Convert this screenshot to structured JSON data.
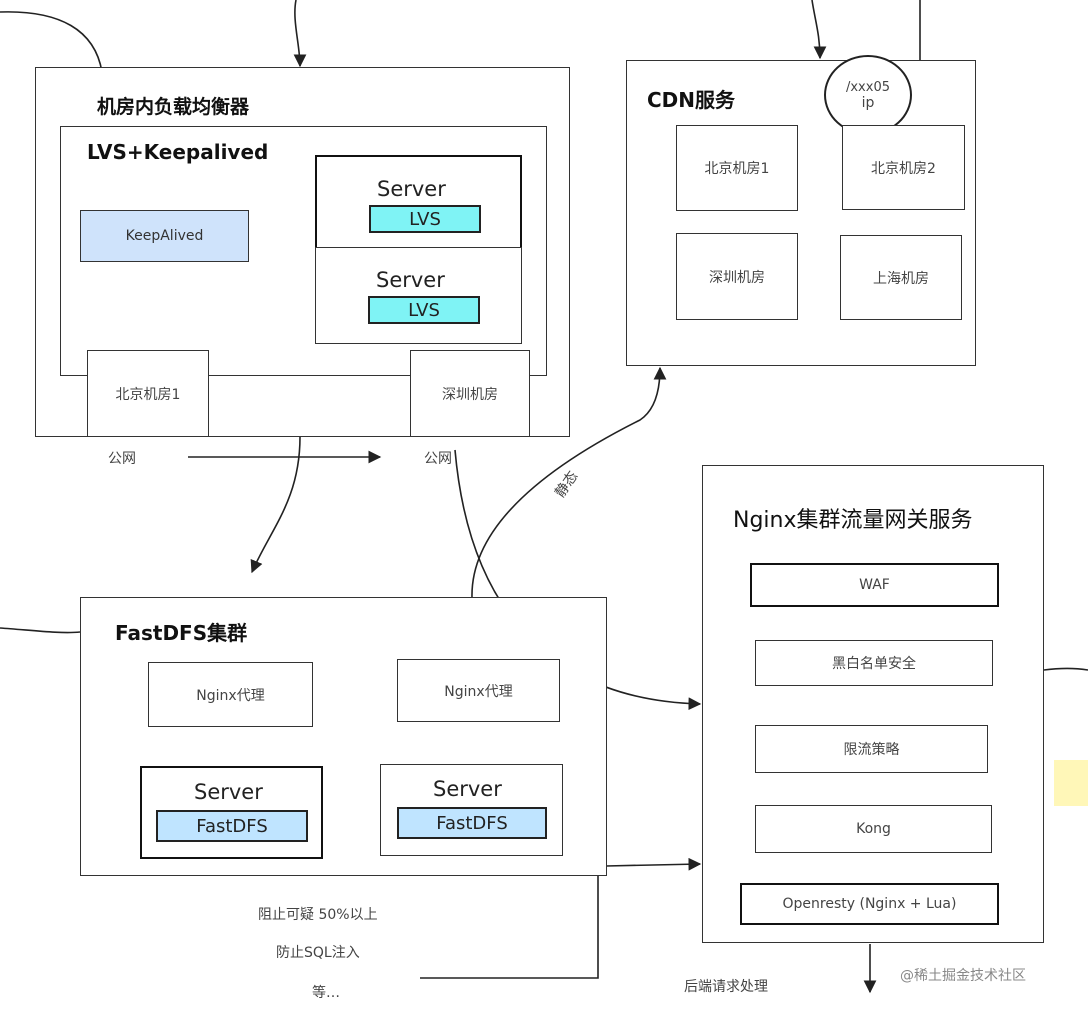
{
  "lb": {
    "title": "机房内负载均衡器",
    "inner_title": "LVS+Keepalived",
    "keepalived": "KeepAlived",
    "server1": {
      "name": "Server",
      "tag": "LVS"
    },
    "server2": {
      "name": "Server",
      "tag": "LVS"
    },
    "room_bj": "北京机房1",
    "room_sz": "深圳机房",
    "pub_left": "公网",
    "pub_right": "公网"
  },
  "cdn": {
    "title": "CDN服务",
    "ip_line1": "/xxx05",
    "ip_line2": "ip",
    "rooms": [
      "北京机房1",
      "北京机房2",
      "深圳机房",
      "上海机房"
    ]
  },
  "nginx": {
    "title": "Nginx集群流量网关服务",
    "items": [
      "WAF",
      "黑白名单安全",
      "限流策略",
      "Kong",
      "Openresty (Nginx + Lua)"
    ]
  },
  "fastdfs": {
    "title": "FastDFS集群",
    "proxy1": "Nginx代理",
    "proxy2": "Nginx代理",
    "server1": {
      "name": "Server",
      "tag": "FastDFS"
    },
    "server2": {
      "name": "Server",
      "tag": "FastDFS"
    }
  },
  "notes": {
    "line1": "阻止可疑 50%以上",
    "line2": "防止SQL注入",
    "line3": "等…",
    "bottom": "后端请求处理",
    "cdn_link": "静态",
    "watermark": "@稀土掘金技术社区"
  }
}
